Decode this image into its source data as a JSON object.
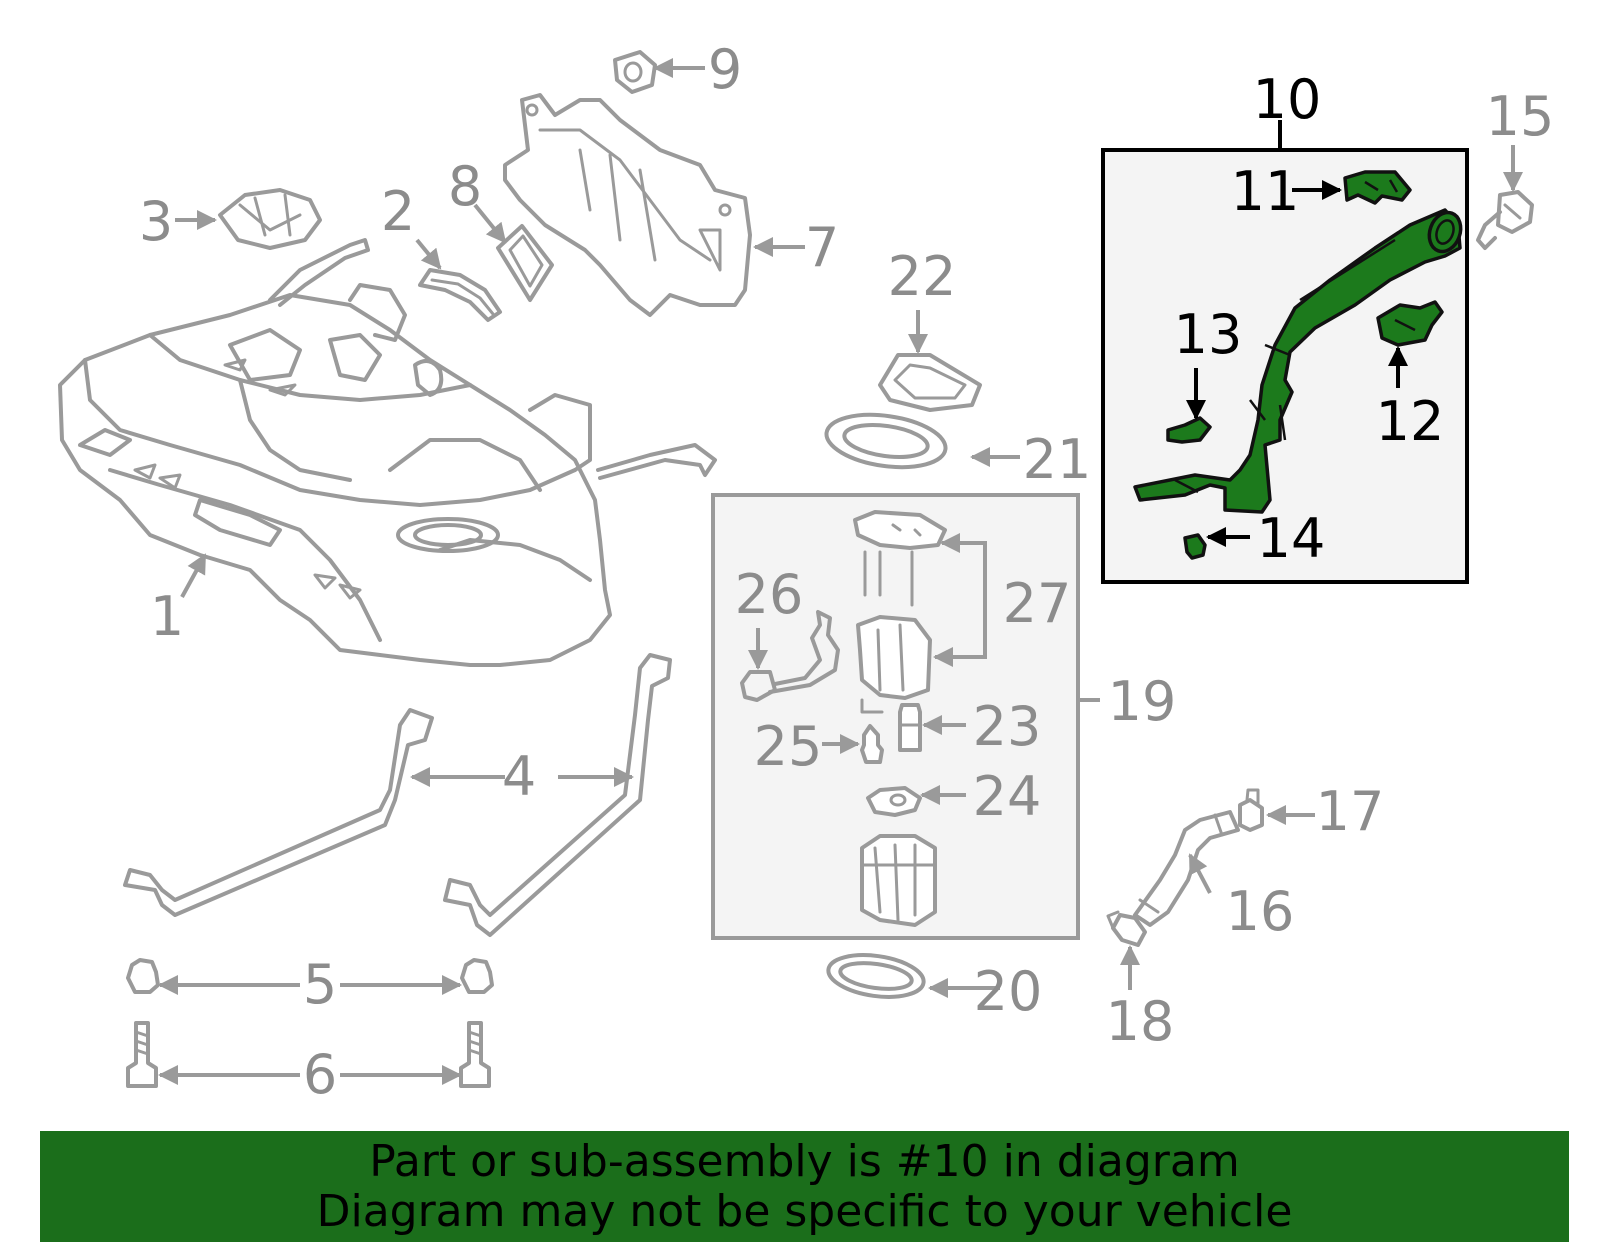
{
  "callouts": {
    "c1": "1",
    "c2": "2",
    "c3": "3",
    "c4": "4",
    "c5": "5",
    "c6": "6",
    "c7": "7",
    "c8": "8",
    "c9": "9",
    "c10": "10",
    "c11": "11",
    "c12": "12",
    "c13": "13",
    "c14": "14",
    "c15": "15",
    "c16": "16",
    "c17": "17",
    "c18": "18",
    "c19": "19",
    "c20": "20",
    "c21": "21",
    "c22": "22",
    "c23": "23",
    "c24": "24",
    "c25": "25",
    "c26": "26",
    "c27": "27"
  },
  "highlighted_part": "10",
  "banner": {
    "line1": "Part or sub-assembly is #10 in diagram",
    "line2": "Diagram may not be specific to your vehicle"
  },
  "colors": {
    "highlight_green": "#1c7a1c",
    "banner_green": "#1b6e1b",
    "part_gray": "#9a9a9a",
    "callout_gray": "#8c8c8c",
    "callout_black": "#000000",
    "inset_background": "#f4f4f4"
  }
}
